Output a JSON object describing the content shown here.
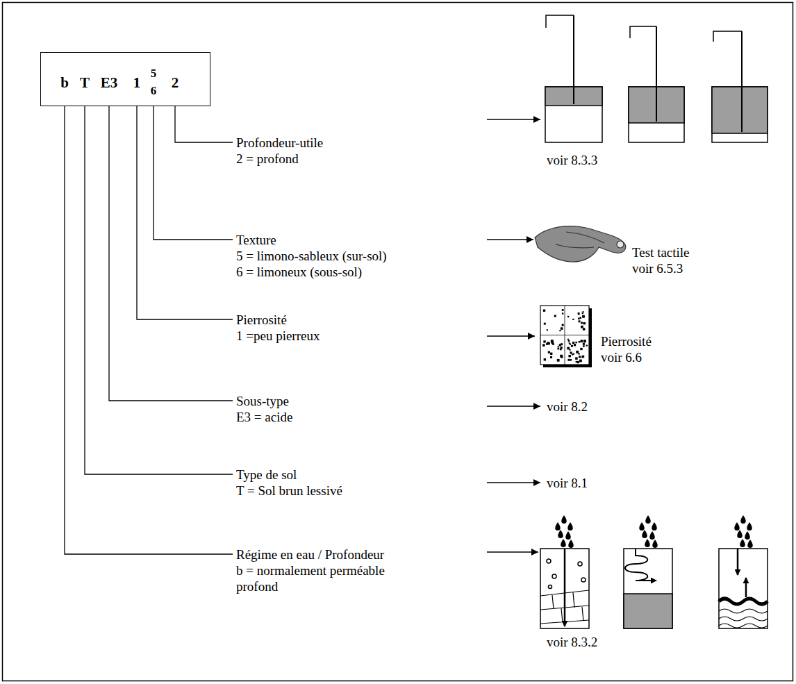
{
  "diagram": {
    "nodes": [
      {
        "text": [
          "b",
          "T",
          "E3",
          "1",
          "5",
          "6",
          "2"
        ]
      },
      {
        "text": [
          "Profondeur-utile",
          "2 = profond"
        ]
      },
      {
        "text": [
          "voir 8.3.3"
        ]
      },
      {
        "text": [
          "Texture",
          "5 = limono-sableux (sur-sol)",
          "6 = limoneux (sous-sol)"
        ]
      },
      {
        "text": [
          "Test tactile",
          "voir 6.5.3"
        ]
      },
      {
        "text": [
          "Pierrosité",
          "1 =peu pierreux"
        ]
      },
      {
        "text": [
          "Pierrosité",
          "voir 6.6"
        ]
      },
      {
        "text": [
          "Sous-type",
          "E3 = acide"
        ]
      },
      {
        "text": [
          "voir 8.2"
        ]
      },
      {
        "text": [
          "Type de sol",
          "T = Sol brun lessivé"
        ]
      },
      {
        "text": [
          "voir 8.1"
        ]
      },
      {
        "text": [
          "Régime en eau / Profondeur",
          "b = normalement perméable profond"
        ]
      },
      {
        "text": [
          "voir 8.3.2"
        ]
      }
    ],
    "edges": [
      {
        "from": 0,
        "to": 1,
        "arrow": "none"
      },
      {
        "from": 0,
        "to": 3,
        "arrow": "none"
      },
      {
        "from": 0,
        "to": 5,
        "arrow": "none"
      },
      {
        "from": 0,
        "to": 7,
        "arrow": "none"
      },
      {
        "from": 0,
        "to": 9,
        "arrow": "none"
      },
      {
        "from": 0,
        "to": 11,
        "arrow": "none"
      },
      {
        "from": 1,
        "to": 2,
        "arrow": "to"
      },
      {
        "from": 3,
        "to": 4,
        "arrow": "to"
      },
      {
        "from": 5,
        "to": 6,
        "arrow": "to"
      },
      {
        "from": 7,
        "to": 8,
        "arrow": "to"
      },
      {
        "from": 9,
        "to": 10,
        "arrow": "to"
      },
      {
        "from": 11,
        "to": 12,
        "arrow": "to"
      }
    ]
  }
}
